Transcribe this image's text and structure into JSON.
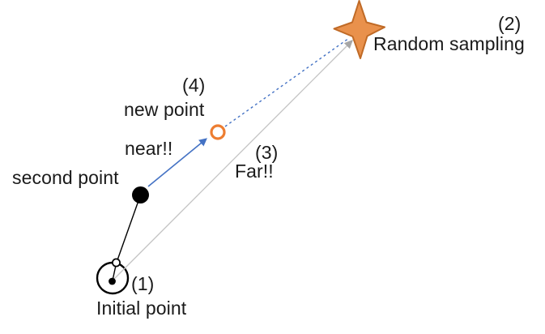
{
  "labels": {
    "step1_number": "(1)",
    "initial_point": "Initial point",
    "step2_number": "(2)",
    "random_sampling": "Random sampling",
    "step3_number": "(3)",
    "far": "Far!!",
    "step4_number": "(4)",
    "new_point": "new point",
    "near": "near!!",
    "second_point": "second point"
  },
  "colors": {
    "background": "#FFFFFF",
    "text": "#1A1A1A",
    "ink_black": "#000000",
    "accent_blue": "#4472C4",
    "line_gray": "#C3C3C3",
    "arrow_gray": "#A6A6A6",
    "star_fill": "#E9914C",
    "star_stroke": "#C06A26",
    "new_point_orange": "#ED7D31"
  }
}
